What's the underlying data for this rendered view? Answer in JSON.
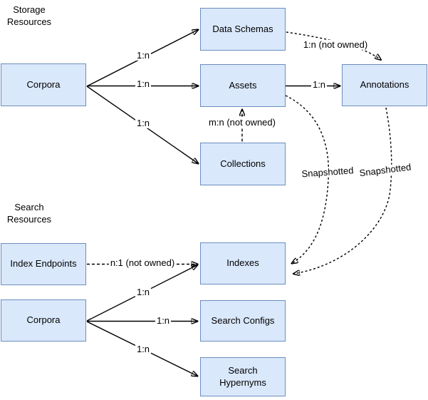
{
  "colors": {
    "background": "#ffffff",
    "node_fill": "#dae8fc",
    "node_border": "#6c8ebf",
    "edge": "#000000",
    "text": "#000000",
    "label_bg": "#ffffff"
  },
  "sections": {
    "storage": {
      "label": "Storage Resources"
    },
    "search": {
      "label": "Search Resources"
    }
  },
  "nodes": {
    "corpora_storage": {
      "label": "Corpora"
    },
    "data_schemas": {
      "label": "Data Schemas"
    },
    "assets": {
      "label": "Assets"
    },
    "annotations": {
      "label": "Annotations"
    },
    "collections": {
      "label": "Collections"
    },
    "index_endpoints": {
      "label": "Index Endpoints"
    },
    "corpora_search": {
      "label": "Corpora"
    },
    "indexes": {
      "label": "Indexes"
    },
    "search_configs": {
      "label": "Search Configs"
    },
    "search_hypernyms": {
      "label": "Search Hypernyms"
    }
  },
  "edges": {
    "corpora_storage_to_data_schemas": {
      "from": "Corpora",
      "to": "Data Schemas",
      "label": "1:n",
      "style": "solid"
    },
    "corpora_storage_to_assets": {
      "from": "Corpora",
      "to": "Assets",
      "label": "1:n",
      "style": "solid"
    },
    "corpora_storage_to_collections": {
      "from": "Corpora",
      "to": "Collections",
      "label": "1:n",
      "style": "solid"
    },
    "assets_to_annotations": {
      "from": "Assets",
      "to": "Annotations",
      "label": "1:n",
      "style": "solid"
    },
    "collections_to_assets": {
      "from": "Collections",
      "to": "Assets",
      "label": "m:n (not owned)",
      "style": "dashed"
    },
    "data_schemas_to_annotations": {
      "from": "Data Schemas",
      "to": "Annotations",
      "label": "1:n (not owned)",
      "style": "dashed"
    },
    "assets_to_indexes": {
      "from": "Assets",
      "to": "Indexes",
      "label": "Snapshotted",
      "style": "dashed"
    },
    "annotations_to_indexes": {
      "from": "Annotations",
      "to": "Indexes",
      "label": "Snapshotted",
      "style": "dashed"
    },
    "index_endpoints_to_indexes": {
      "from": "Index Endpoints",
      "to": "Indexes",
      "label": "n:1 (not owned)",
      "style": "dashed"
    },
    "corpora_search_to_indexes": {
      "from": "Corpora",
      "to": "Indexes",
      "label": "1:n",
      "style": "solid"
    },
    "corpora_search_to_search_configs": {
      "from": "Corpora",
      "to": "Search Configs",
      "label": "1:n",
      "style": "solid"
    },
    "corpora_search_to_search_hypernyms": {
      "from": "Corpora",
      "to": "Search Hypernyms",
      "label": "1:n",
      "style": "solid"
    }
  }
}
